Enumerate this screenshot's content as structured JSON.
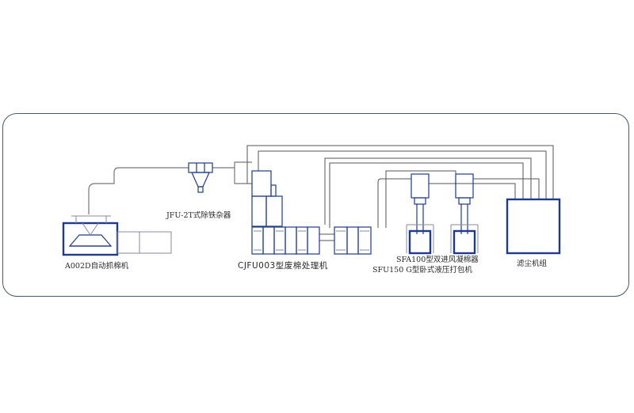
{
  "labels": {
    "feeder": "A002D自动抓棉机",
    "iron_remover": "JFU-2T式除铁杂器",
    "processor": "CJFU003型废棉处理机",
    "condenser": "SFA100型双进风凝棉器",
    "baler": "SFU150 G型卧式液压打包机",
    "dust_filter": "滤尘机组"
  },
  "colors": {
    "equipment": "#1f3a8a",
    "duct": "#777777",
    "frame": "#4a5770"
  }
}
